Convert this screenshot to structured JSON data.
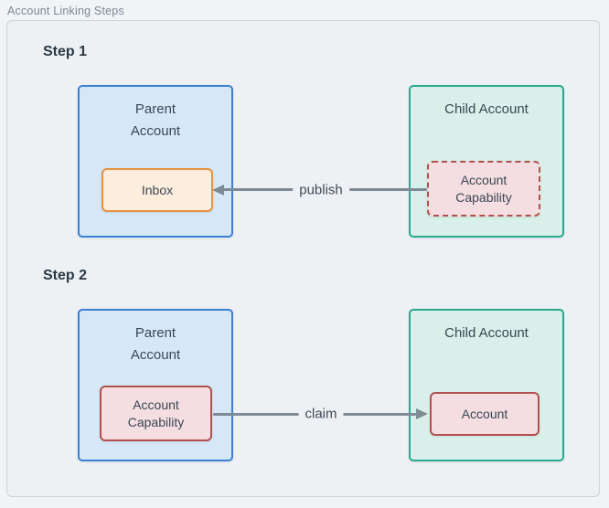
{
  "title": "Account Linking Steps",
  "colors": {
    "page_bg": "#f0f4f6",
    "panel_bg": "#edf1f4",
    "panel_border": "#c9d3da",
    "parent_box_border": "#3a81d2",
    "parent_box_fill": "#d6e8f8",
    "child_box_border": "#2ba98d",
    "child_box_fill": "#d8f0e9",
    "inbox_border": "#e8923c",
    "inbox_fill": "#fceddd",
    "capability_border": "#b0514d",
    "capability_fill": "#f4dee1",
    "arrow": "#7e8b97",
    "text": "#3b4754",
    "heading_text": "#2c3945",
    "title_text": "#7b8894"
  },
  "steps": [
    {
      "label": "Step 1",
      "parent": {
        "title": "Parent Account",
        "inner": "Inbox"
      },
      "child": {
        "title": "Child Account",
        "inner": "Account Capability"
      },
      "arrow": {
        "label": "publish",
        "direction": "right-to-left"
      }
    },
    {
      "label": "Step 2",
      "parent": {
        "title": "Parent Account",
        "inner": "Account Capability"
      },
      "child": {
        "title": "Child Account",
        "inner": "Account"
      },
      "arrow": {
        "label": "claim",
        "direction": "left-to-right"
      }
    }
  ]
}
